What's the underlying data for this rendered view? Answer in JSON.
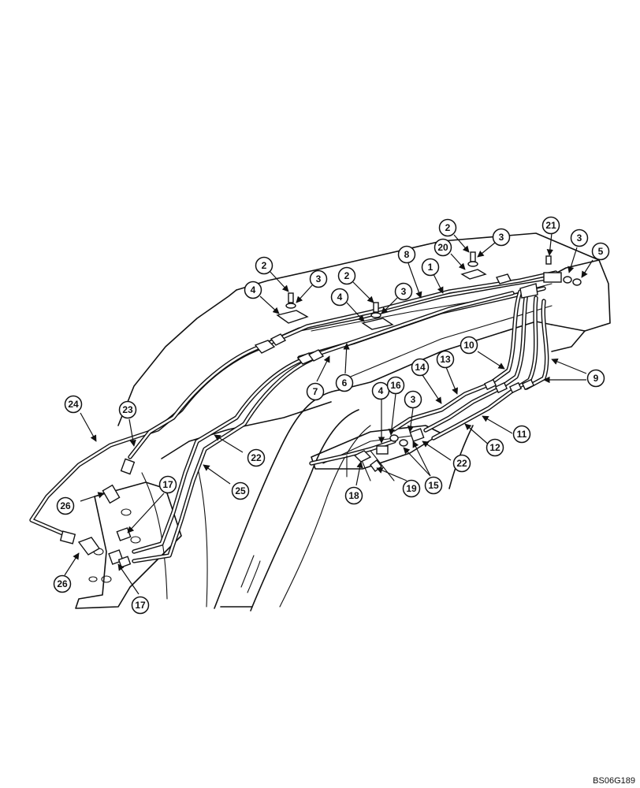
{
  "figure_code": "BS06G189",
  "callouts": {
    "c1": "1",
    "c2": "2",
    "c3": "3",
    "c4": "4",
    "c5": "5",
    "c6": "6",
    "c7": "7",
    "c8": "8",
    "c9": "9",
    "c10": "10",
    "c11": "11",
    "c12": "12",
    "c13": "13",
    "c14": "14",
    "c15": "15",
    "c16": "16",
    "c17": "17",
    "c18": "18",
    "c19": "19",
    "c20": "20",
    "c21": "21",
    "c22": "22",
    "c23": "23",
    "c24": "24",
    "c25": "25",
    "c26": "26"
  }
}
